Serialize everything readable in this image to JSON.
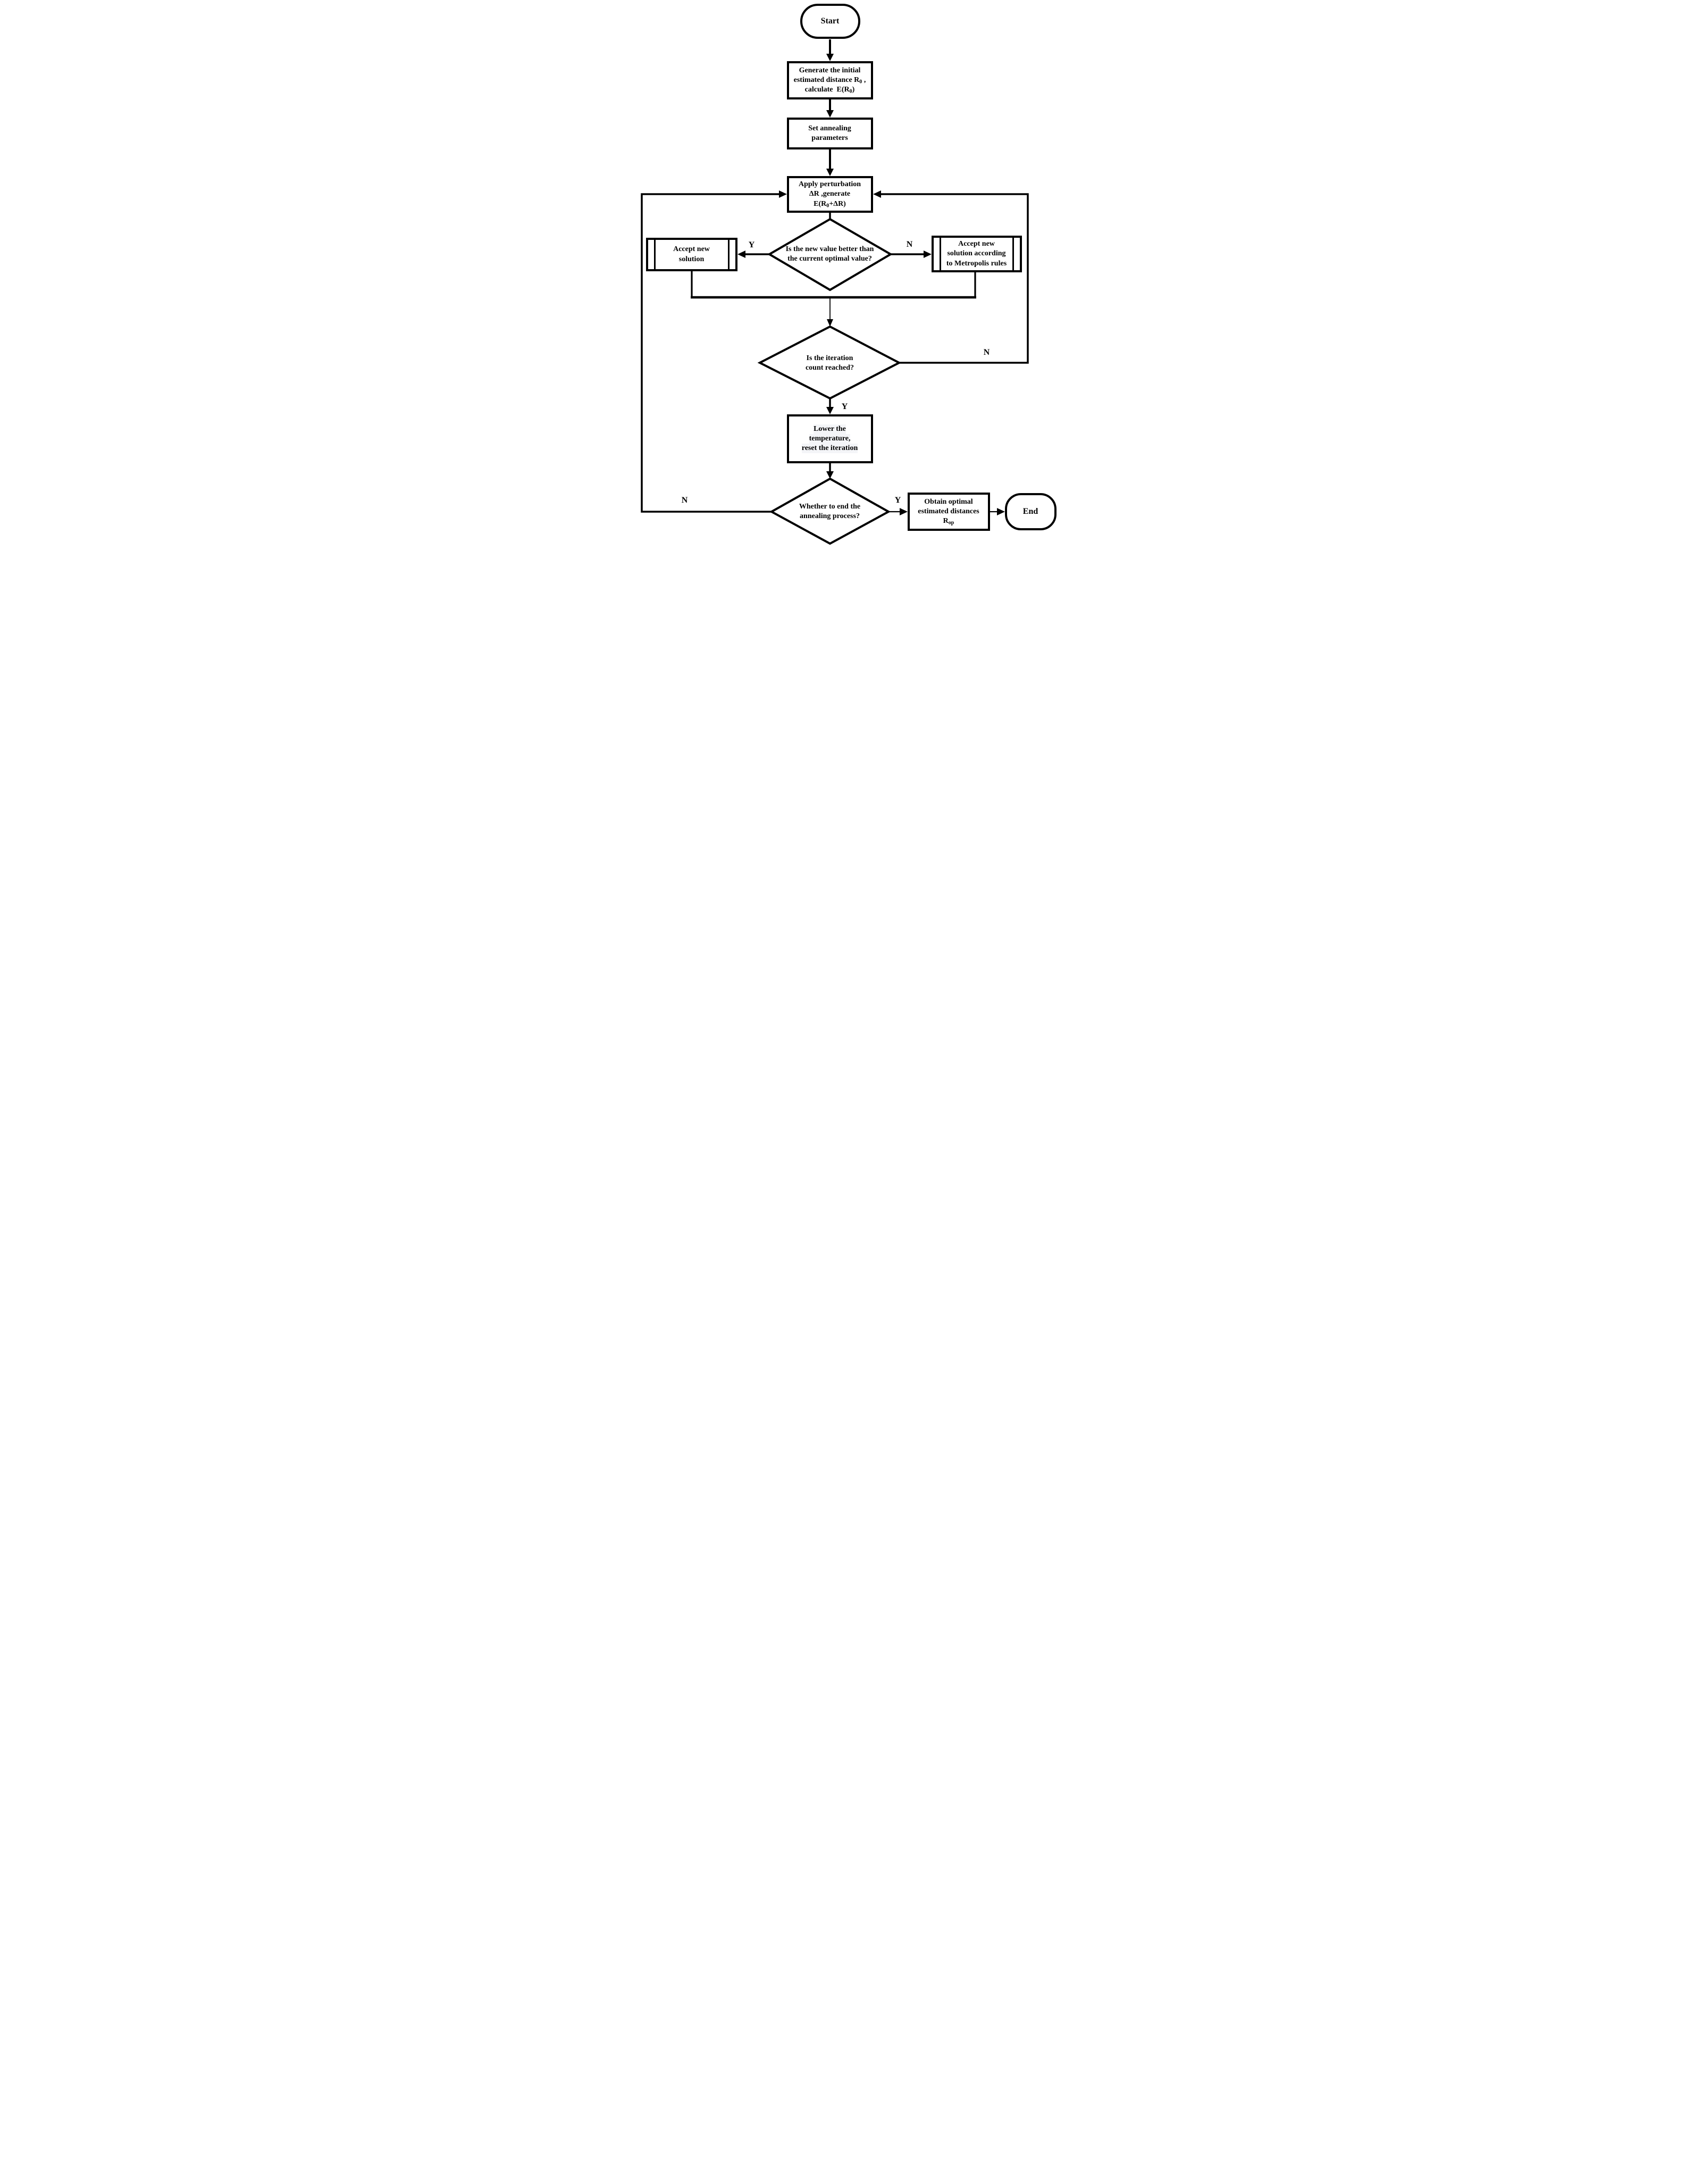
{
  "flowchart": {
    "colors": {
      "ink": "#000000",
      "paper": "#ffffff"
    },
    "nodes": {
      "start": {
        "label": "Start"
      },
      "generate_initial": {
        "lines": [
          "Generate the initial",
          "estimated distance R~0~ ,",
          "calculate  E(R~0~)"
        ]
      },
      "set_annealing": {
        "lines": [
          "Set annealing",
          "parameters"
        ]
      },
      "apply_perturbation": {
        "lines": [
          "Apply perturbation",
          "ΔR ,generate",
          "E(R~0~+ΔR)"
        ]
      },
      "better_check": {
        "lines": [
          "Is the new value better than",
          "the current optimal value?"
        ]
      },
      "accept_new": {
        "lines": [
          "Accept new",
          "solution"
        ]
      },
      "accept_metropolis": {
        "lines": [
          "Accept new",
          "solution according",
          "to Metropolis rules"
        ]
      },
      "iteration_check": {
        "lines": [
          "Is the iteration",
          "count reached?"
        ]
      },
      "lower_temperature": {
        "lines": [
          "Lower the",
          "temperature,",
          "reset the iteration"
        ]
      },
      "end_check": {
        "lines": [
          "Whether to end the",
          "annealing process?"
        ]
      },
      "obtain_optimal": {
        "lines": [
          "Obtain optimal",
          "estimated distances",
          "R~op~"
        ]
      },
      "end": {
        "label": "End"
      }
    },
    "edge_labels": {
      "better_yes": "Y",
      "better_no": "N",
      "iter_no": "N",
      "iter_yes": "Y",
      "end_no": "N",
      "end_yes": "Y"
    }
  }
}
